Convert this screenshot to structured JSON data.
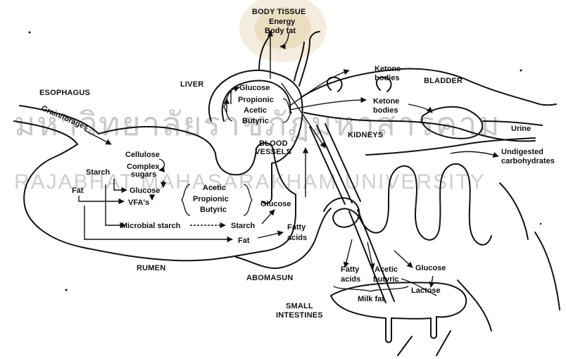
{
  "watermark": {
    "line1": "มหาวิทยาลัยราชภัฏมหาสารคาม",
    "line2": "RAJABHAT MAHASARAKHAM UNIVERSITY"
  },
  "colors": {
    "ink": "#111111",
    "watermark": "#c9c9c9",
    "seal": "#d9c7a0"
  },
  "organs": {
    "body_tissue": "BODY TISSUE",
    "liver": "LIVER",
    "esophagus": "ESOPHAGUS",
    "bladder": "BLADDER",
    "kidneys": "KIDNEYS",
    "blood_vessels_1": "BLOOD",
    "blood_vessels_2": "VESSELS",
    "rumen": "RUMEN",
    "abomasun": "ABOMASUN",
    "small_intestines_1": "SMALL",
    "small_intestines_2": "INTESTINES"
  },
  "labels": {
    "energy": "Energy",
    "body_fat": "Body fat",
    "glucose_liver": "Glucose",
    "propionic_liver": "Propionic",
    "acetic_liver": "Acetic",
    "butyric_liver": "Butyric",
    "ketone_1": "Ketone",
    "bodies_1": "bodies",
    "ketone_2": "Ketone",
    "bodies_2": "bodies",
    "urine": "Urine",
    "undigested_1": "Undigested",
    "undigested_2": "carbohydrates",
    "grain_forages": "Grain/forages",
    "cellulose": "Cellulose",
    "complex": "Complex",
    "sugars": "sugars",
    "starch": "Starch",
    "glucose_rumen": "Glucose",
    "fat": "Fat",
    "vfas": "VFA's",
    "acetic_rumen": "Acetic",
    "propionic_rumen": "Propionic",
    "butyric_rumen": "Butyric",
    "glucose_mid": "Glucose",
    "microbial_starch": "Microbial starch",
    "starch_mid": "Starch",
    "fat_mid": "Fat",
    "fatty_1": "Fatty",
    "acids_1": "acids",
    "fatty_2": "Fatty",
    "acids_2": "acids",
    "acetic_bottom": "Acetic",
    "butyric_bottom": "butyric",
    "glucose_bottom": "Glucose",
    "lactose": "Lactose",
    "milk_fat": "Milk fat"
  }
}
